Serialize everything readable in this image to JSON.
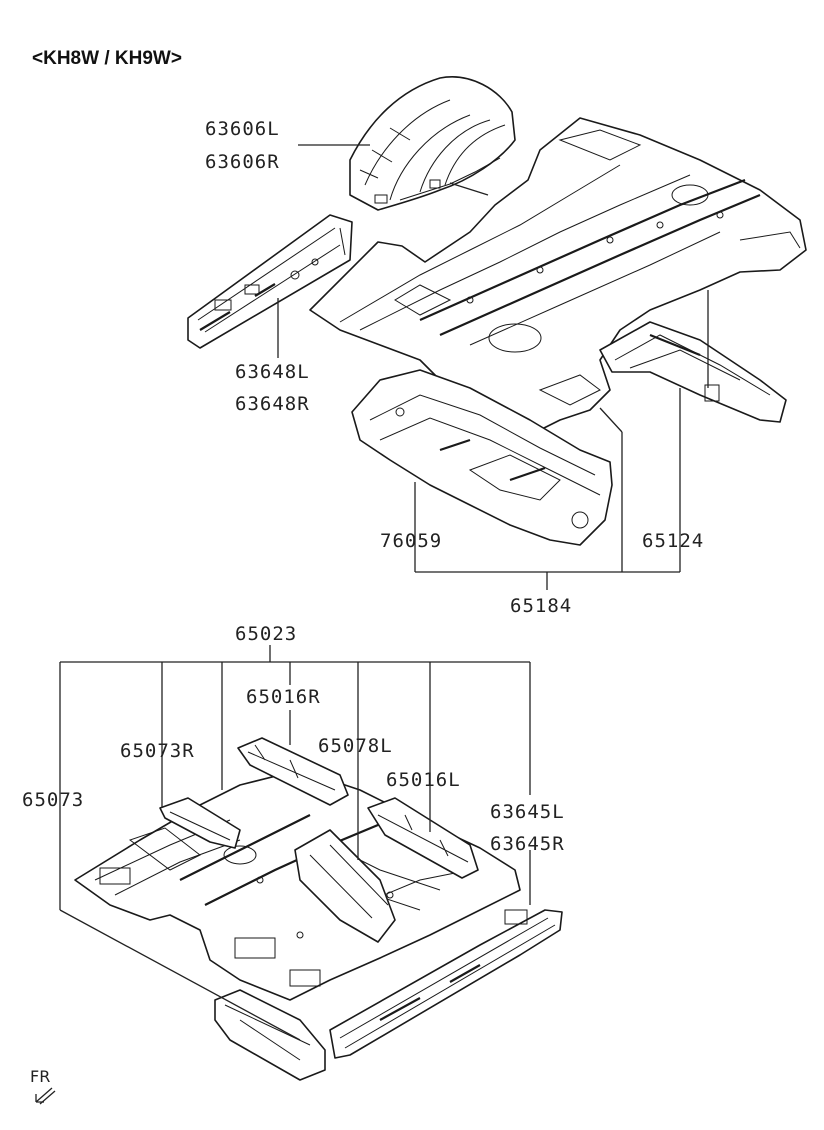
{
  "title": "<KH8W / KH9W>",
  "orientation_label": "FR",
  "labels": {
    "p63606L": "63606L",
    "p63606R": "63606R",
    "p63648L": "63648L",
    "p63648R": "63648R",
    "p76059": "76059",
    "p65124": "65124",
    "p65184": "65184",
    "p65023": "65023",
    "p65016R": "65016R",
    "p65073R": "65073R",
    "p65078L": "65078L",
    "p65073": "65073",
    "p65016L": "65016L",
    "p63645L": "63645L",
    "p63645R": "63645R"
  },
  "icons": {
    "orientation_arrow": "front-direction-arrow-icon"
  },
  "colors": {
    "line": "#1a1a1a",
    "background": "#ffffff"
  }
}
